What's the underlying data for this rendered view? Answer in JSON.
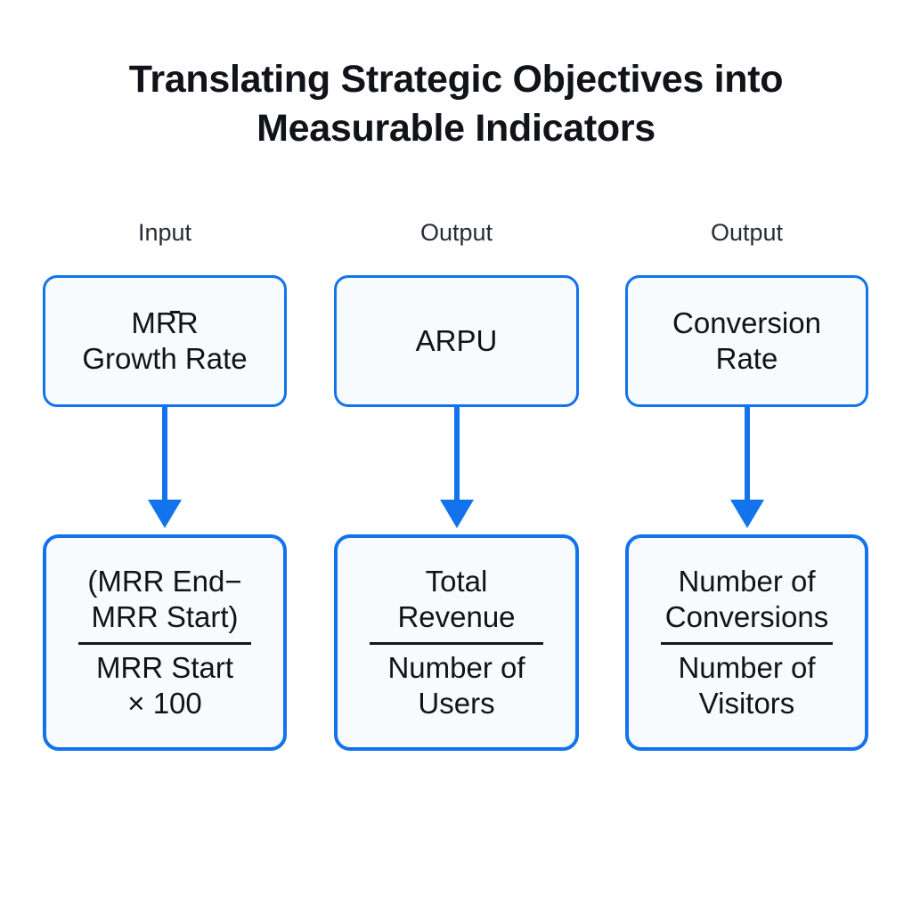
{
  "page": {
    "background_color": "#ffffff",
    "accent_color": "#1273ec",
    "box_fill_color": "#f7fbfd",
    "text_color": "#101318"
  },
  "title": {
    "line1": "Translating Strategic Objectives into",
    "line2": "Measurable Indicators"
  },
  "columns": [
    {
      "kind_label": "Input",
      "metric": {
        "line1": "MRR",
        "line2": "Growth Rate"
      },
      "formula": {
        "numerator_line1": "(MRR End−",
        "numerator_line2": "MRR Start)",
        "denominator_line1": "MRR Start",
        "denominator_line2": "× 100"
      }
    },
    {
      "kind_label": "Output",
      "metric": {
        "line1": "ARPU",
        "line2": ""
      },
      "formula": {
        "numerator_line1": "Total",
        "numerator_line2": "Revenue",
        "denominator_line1": "Number of",
        "denominator_line2": "Users"
      }
    },
    {
      "kind_label": "Output",
      "metric": {
        "line1": "Conversion",
        "line2": "Rate"
      },
      "formula": {
        "numerator_line1": "Number of",
        "numerator_line2": "Conversions",
        "denominator_line1": "Number of",
        "denominator_line2": "Visitors"
      }
    }
  ]
}
